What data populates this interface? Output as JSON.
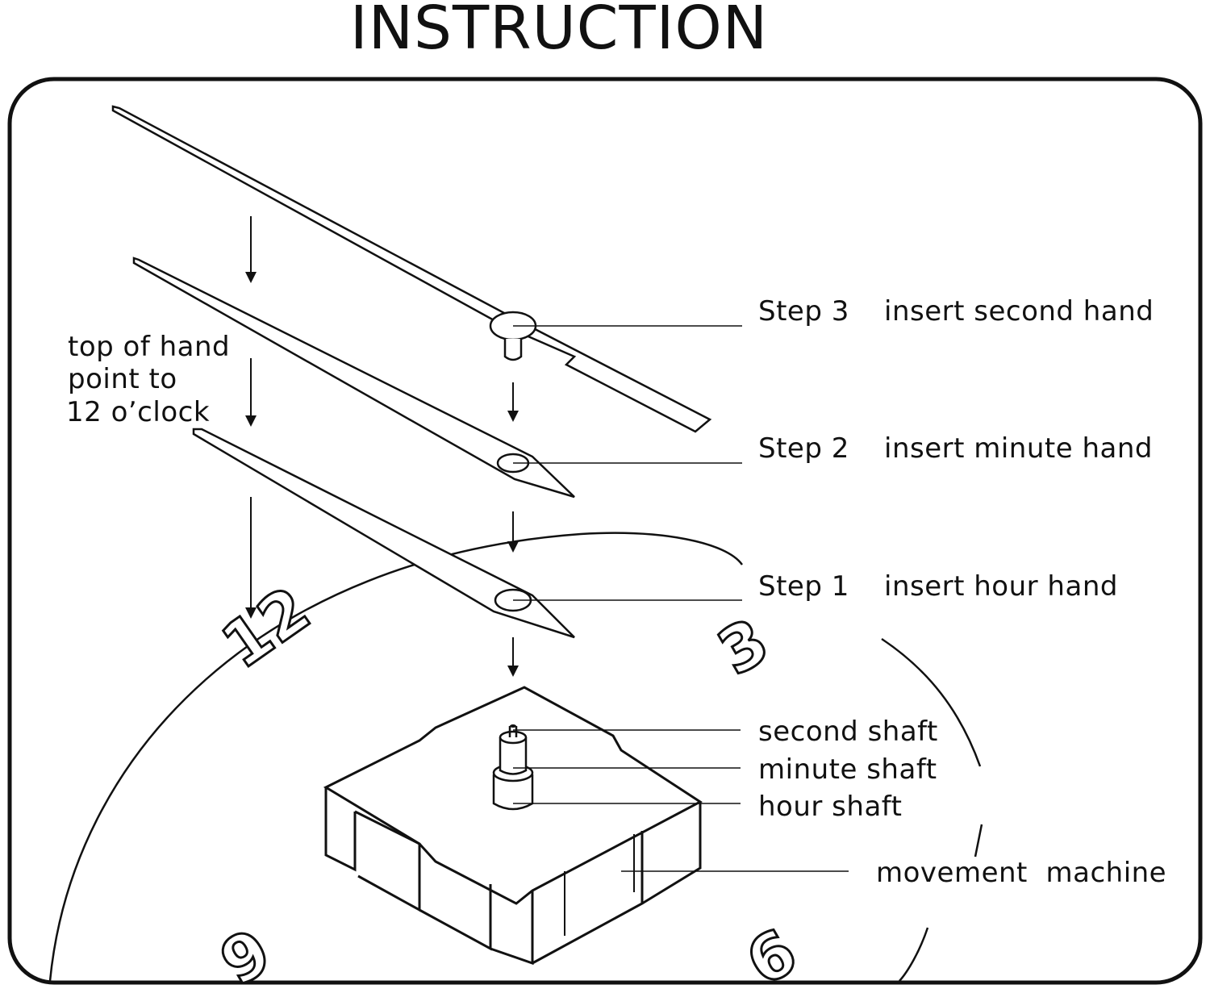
{
  "title": "INSTRUCTION",
  "labels": {
    "step3": "Step 3",
    "step3_text": "insert second hand",
    "step2": "Step 2",
    "step2_text": "insert minute hand",
    "step1": "Step 1",
    "step1_text": "insert hour hand",
    "note_line1": "top of hand",
    "note_line2": "point to",
    "note_line3": "12 o’clock",
    "second_shaft": "second shaft",
    "minute_shaft": "minute shaft",
    "hour_shaft": "hour shaft",
    "movement": "movement  machine"
  },
  "dial": {
    "n12": "12",
    "n3": "3",
    "n6": "6",
    "n9": "9"
  },
  "colors": {
    "ink": "#111111",
    "paper": "#ffffff"
  }
}
